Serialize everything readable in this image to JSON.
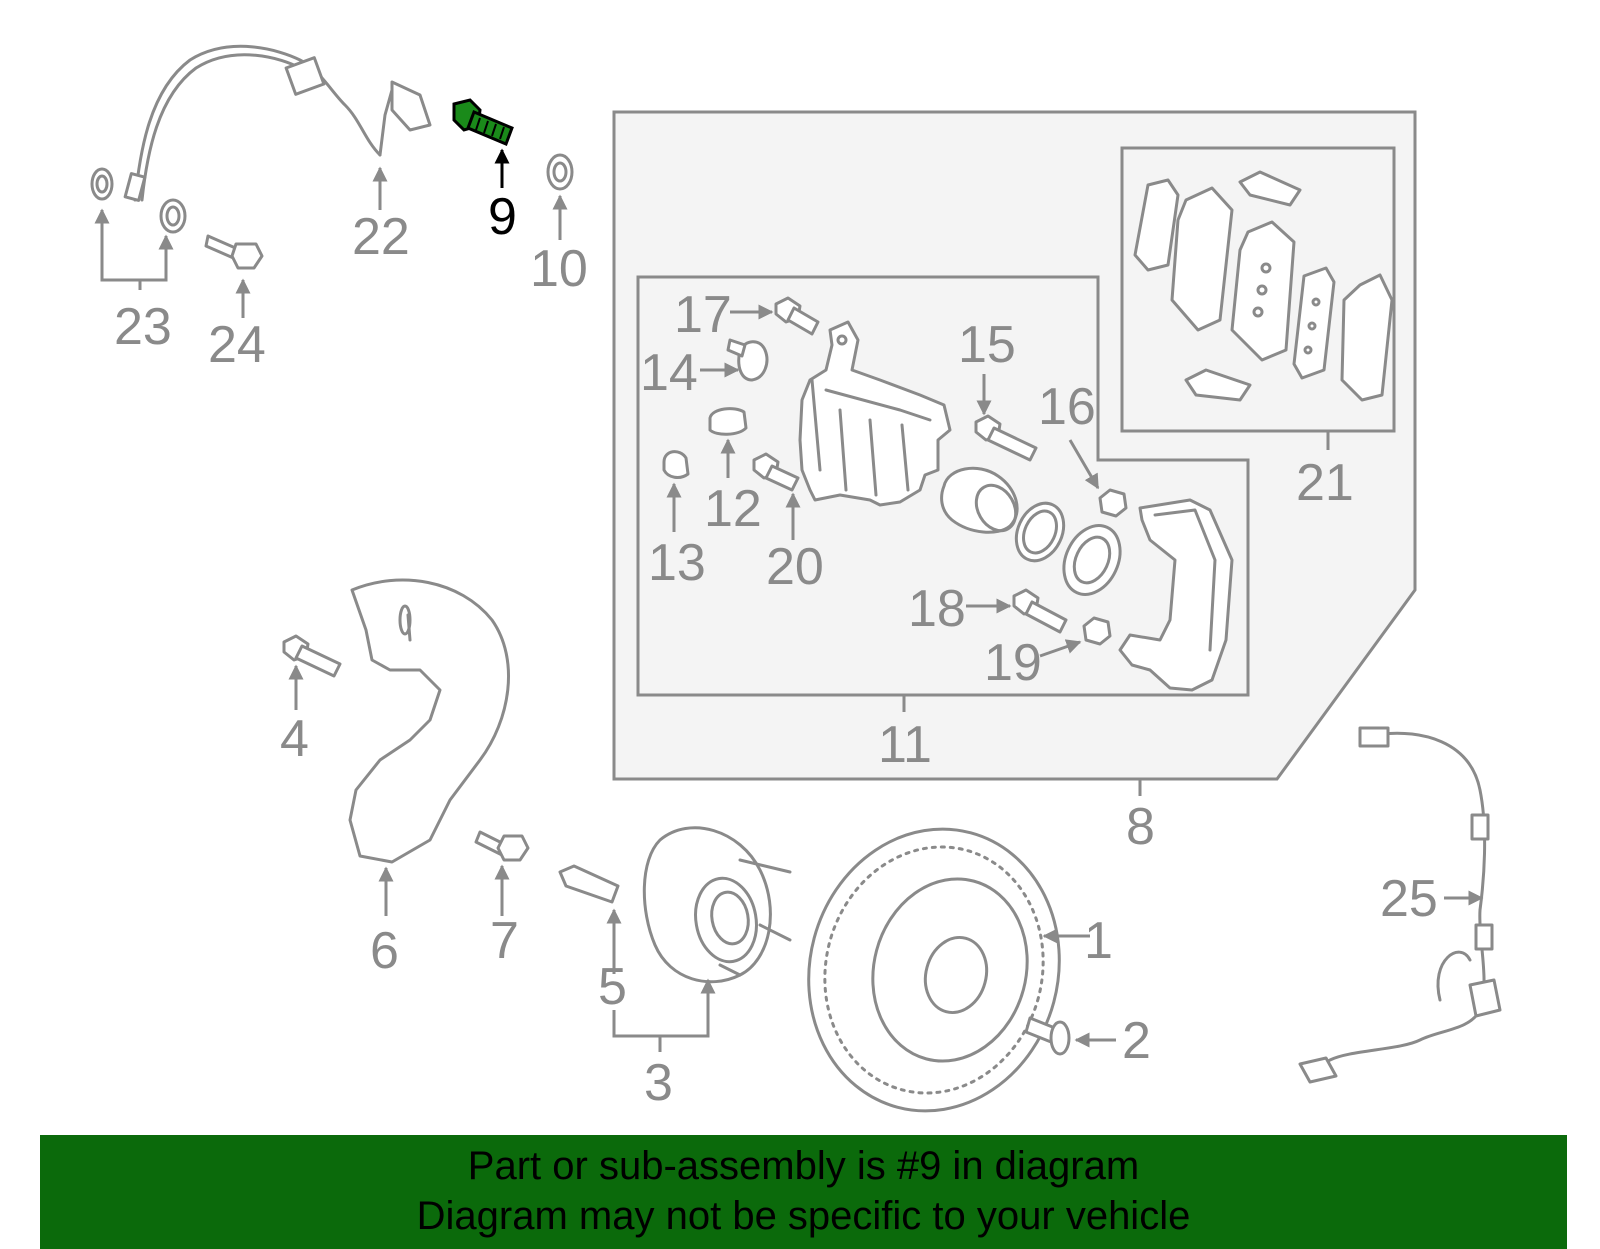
{
  "diagram": {
    "highlighted_part": "9",
    "part_labels": {
      "p1": "1",
      "p2": "2",
      "p3": "3",
      "p4": "4",
      "p5": "5",
      "p6": "6",
      "p7": "7",
      "p8": "8",
      "p9": "9",
      "p10": "10",
      "p11": "11",
      "p12": "12",
      "p13": "13",
      "p14": "14",
      "p15": "15",
      "p16": "16",
      "p17": "17",
      "p18": "18",
      "p19": "19",
      "p20": "20",
      "p21": "21",
      "p22": "22",
      "p23": "23",
      "p24": "24",
      "p25": "25"
    },
    "colors": {
      "line_art": "#8a8a8a",
      "highlight_part": "#1a8a1a",
      "box_fill": "#f4f4f4",
      "banner_bg": "#0b6a0b"
    }
  },
  "banner": {
    "line1": "Part or sub-assembly is #9 in diagram",
    "line2": "Diagram may not be specific to your vehicle"
  }
}
